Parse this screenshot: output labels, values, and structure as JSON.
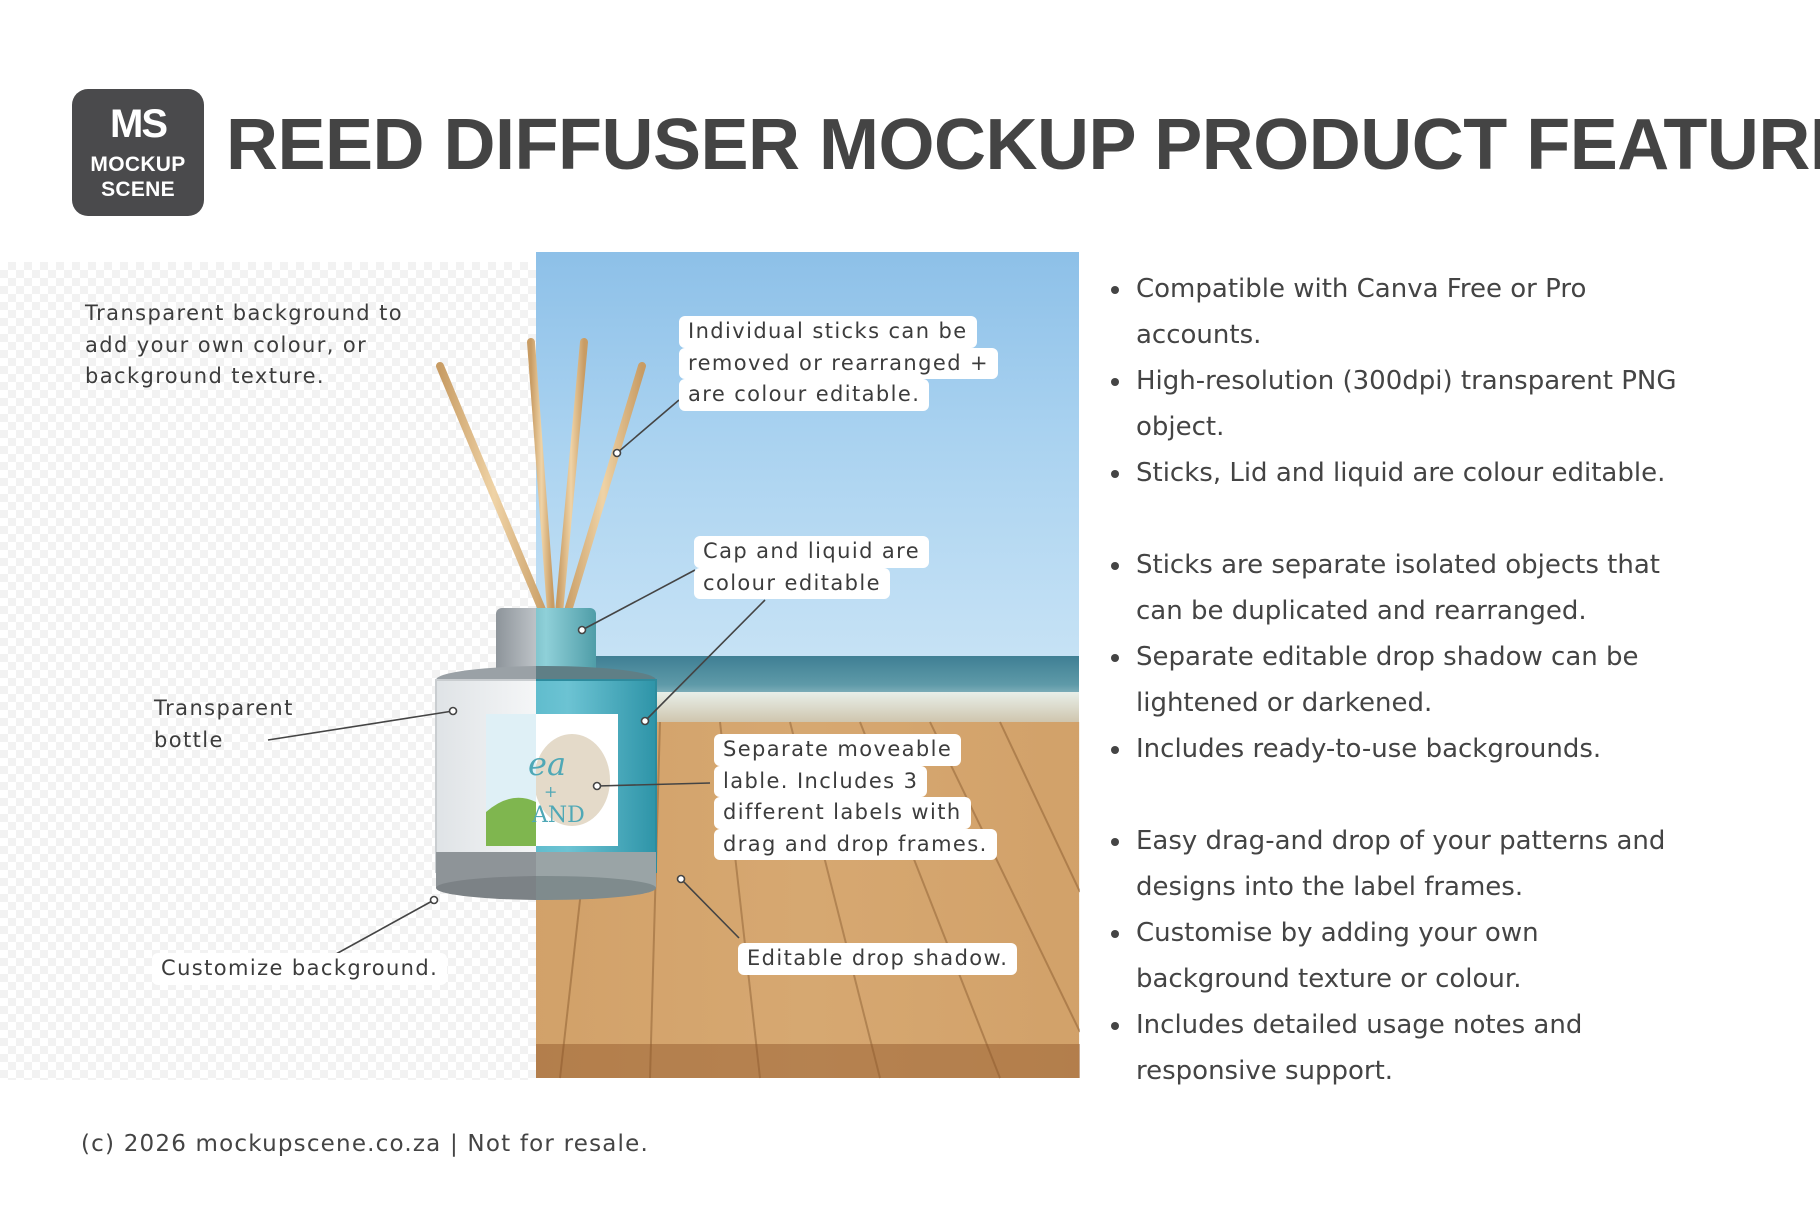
{
  "brand": {
    "logo_mark": "MS",
    "logo_line1": "MOCKUP",
    "logo_line2": "SCENE"
  },
  "header": {
    "title": "REED DIFFUSER MOCKUP PRODUCT FEATURES"
  },
  "product": {
    "label_text_top": "ea",
    "label_text_mid": "+",
    "label_text_bottom": "AND"
  },
  "callouts": {
    "transparent_bg": [
      "Transparent background to",
      "add your own colour, or",
      "background texture."
    ],
    "sticks": [
      "Individual sticks can be",
      "removed or rearranged +",
      "are colour editable."
    ],
    "cap": [
      "Cap and liquid are",
      "colour editable"
    ],
    "bottle": [
      "Transparent",
      "bottle"
    ],
    "label": [
      "Separate moveable",
      "lable. Includes 3",
      "different labels with",
      "drag and drop frames."
    ],
    "shadow": [
      "Editable drop shadow."
    ],
    "customize": [
      "Customize  background."
    ]
  },
  "features": [
    [
      "Compatible with Canva Free or Pro",
      "accounts."
    ],
    [
      "High-resolution (300dpi) transparent PNG",
      "object."
    ],
    [
      "Sticks, Lid and liquid are colour editable."
    ],
    [
      "Sticks are separate isolated objects that",
      "can be duplicated and rearranged."
    ],
    [
      "Separate editable drop shadow can be",
      "lightened or darkened."
    ],
    [
      "Includes ready-to-use backgrounds."
    ],
    [
      "Easy drag-and drop of your patterns and",
      "designs into the label frames."
    ],
    [
      "Customise by adding your own",
      "background texture or colour."
    ],
    [
      "Includes detailed usage notes and",
      "responsive support."
    ]
  ],
  "footer": {
    "text": "(c) 2026 mockupscene.co.za | Not for resale."
  },
  "colors": {
    "logo_bg": "#4a4a4c",
    "text": "#444444",
    "cap": "#5aa9b3",
    "liquid": "#3eb0c4",
    "deck": "#d3a26a"
  }
}
